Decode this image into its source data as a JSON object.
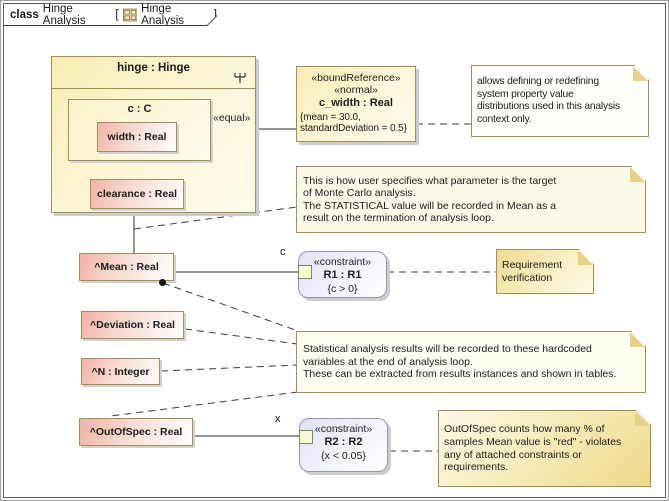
{
  "tab": {
    "kind": "class",
    "title": "Hinge Analysis",
    "open_bracket": "[",
    "context": "Hinge Analysis",
    "close_bracket": "]"
  },
  "hinge_block": {
    "name": "hinge : Hinge",
    "part_c": {
      "name": "c : C",
      "width_property": "width : Real"
    },
    "clearance_property": "clearance : Real"
  },
  "bound_reference": {
    "stereotypes": [
      "«boundReference»",
      "«normal»"
    ],
    "name": "c_width : Real",
    "tags": [
      "{mean = 30.0,",
      "standardDeviation = 0.5}"
    ]
  },
  "connector_labels": {
    "equal": "«equal»"
  },
  "values": {
    "mean": "^Mean : Real",
    "deviation": "^Deviation : Real",
    "n": "^N : Integer",
    "out_of_spec": "^OutOfSpec : Real"
  },
  "constraints": {
    "r1": {
      "stereotype": "«constraint»",
      "name": "R1 : R1",
      "expression": "{c > 0}",
      "parameter": "c"
    },
    "r2": {
      "stereotype": "«constraint»",
      "name": "R2 : R2",
      "expression": "{x < 0.05}",
      "parameter": "x"
    }
  },
  "notes": {
    "allows": {
      "lines": [
        "allows defining or redefining",
        "system property value",
        "distributions used in this analysis",
        "context only."
      ]
    },
    "monte_carlo": {
      "lines": [
        "This is how user specifies what parameter is the target",
        "of Monte Carlo analysis.",
        "The STATISTICAL value will be recorded in Mean as a",
        "result on the termination of analysis loop."
      ]
    },
    "requirement": {
      "lines": [
        "Requirement",
        "verification"
      ]
    },
    "statistical": {
      "lines": [
        "Statistical analysis results will be recorded to these hardcoded",
        "variables at the end of analysis loop.",
        "These can be extracted from results instances and shown in tables."
      ]
    },
    "out_of_spec": {
      "lines": [
        "OutOfSpec counts how many % of",
        "samples Mean value is \"red\" - violates",
        "any of attached constraints or",
        "requirements."
      ]
    }
  },
  "colors": {
    "block_fill": "#f9ecb4",
    "value_fill": "#f2b2a5",
    "constraint_fill": "#e1e1f5",
    "note_gold": "#efda8e",
    "border_tan": "#a18f55",
    "port_fill": "#fbf8d8"
  }
}
